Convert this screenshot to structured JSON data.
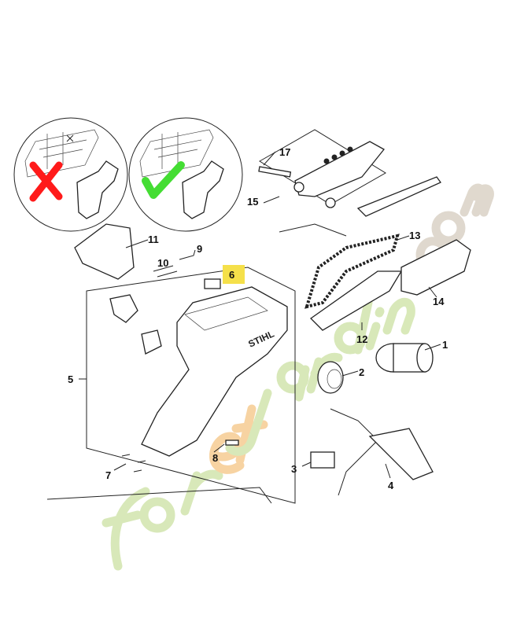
{
  "diagram": {
    "callouts": [
      {
        "id": "1",
        "label": "1"
      },
      {
        "id": "2",
        "label": "2"
      },
      {
        "id": "3",
        "label": "3"
      },
      {
        "id": "4",
        "label": "4"
      },
      {
        "id": "5",
        "label": "5"
      },
      {
        "id": "6",
        "label": "6",
        "highlighted": true
      },
      {
        "id": "7",
        "label": "7"
      },
      {
        "id": "8",
        "label": "8"
      },
      {
        "id": "9",
        "label": "9"
      },
      {
        "id": "10",
        "label": "10"
      },
      {
        "id": "11",
        "label": "11"
      },
      {
        "id": "12",
        "label": "12"
      },
      {
        "id": "13",
        "label": "13"
      },
      {
        "id": "14",
        "label": "14"
      },
      {
        "id": "15",
        "label": "15"
      },
      {
        "id": "17",
        "label": "17"
      }
    ],
    "brand_on_housing": "STIHL",
    "insets": [
      {
        "name": "incorrect-mounting",
        "mark": "cross",
        "color": "#ff1a1a"
      },
      {
        "name": "correct-mounting",
        "mark": "check",
        "color": "#44dd33"
      }
    ],
    "highlight_color": "#f5e04a"
  },
  "watermark": {
    "parts": [
      "for",
      "et",
      "jardin",
      ".com"
    ],
    "colors": [
      "#cfe3a8",
      "#f6c98c",
      "#cfe3a8",
      "#d8cfc2"
    ]
  }
}
